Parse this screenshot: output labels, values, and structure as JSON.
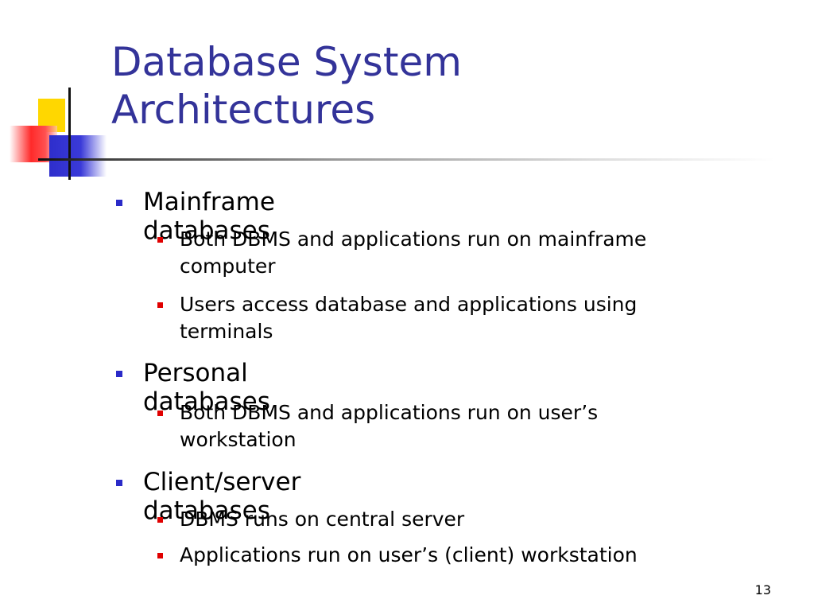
{
  "slide": {
    "title_line1": "Database System",
    "title_line2": "Architectures",
    "bullets": [
      {
        "text": "Mainframe databases",
        "sub": [
          {
            "line1": "Both DBMS and applications run on mainframe",
            "line2": "computer"
          },
          {
            "line1": "Users access database and applications using",
            "line2": "terminals"
          }
        ]
      },
      {
        "text": "Personal databases",
        "sub": [
          {
            "line1": "Both DBMS and applications run on user’s",
            "line2": "workstation"
          }
        ]
      },
      {
        "text": "Client/server databases",
        "sub": [
          {
            "line1": "DBMS runs on central server",
            "line2": ""
          },
          {
            "line1": "Applications run on user’s (client) workstation",
            "line2": ""
          }
        ]
      }
    ],
    "page_number": "13"
  },
  "colors": {
    "title": "#333399",
    "level1_bullet": "#2a2ac8",
    "level2_bullet": "#e00000",
    "deco_yellow": "#ffd700",
    "deco_red": "#ff2a2a",
    "deco_blue": "#2e2ecc"
  }
}
